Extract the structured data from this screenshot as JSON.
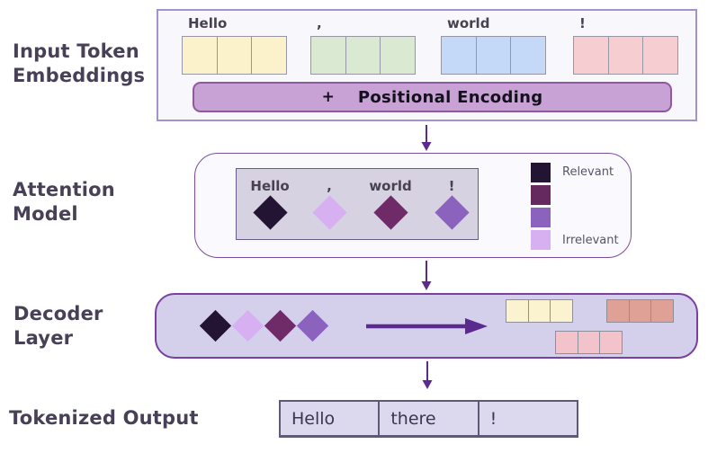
{
  "headings": {
    "input": [
      "Input Token",
      "Embeddings"
    ],
    "attention": [
      "Attention",
      "Model"
    ],
    "decoder": [
      "Decoder",
      "Layer"
    ],
    "output": "Tokenized Output"
  },
  "input_section": {
    "tokens": [
      {
        "label": "Hello",
        "color": "#fbf2cc"
      },
      {
        "label": ",",
        "color": "#d9e9d2"
      },
      {
        "label": "world",
        "color": "#c3d9f7"
      },
      {
        "label": "!",
        "color": "#f6ced1"
      }
    ],
    "positional_encoding": {
      "plus": "+",
      "label": "Positional Encoding",
      "bg": "#c9a2d5",
      "border": "#8d5a9f"
    }
  },
  "attention_section": {
    "tokens": [
      {
        "label": "Hello",
        "color": "#241434"
      },
      {
        "label": ",",
        "color": "#d7b0f2"
      },
      {
        "label": "world",
        "color": "#6f2b68"
      },
      {
        "label": "!",
        "color": "#8b62bd"
      }
    ],
    "legend": {
      "swatches": [
        "#241434",
        "#66295f",
        "#8b62bd",
        "#d7b0f2"
      ],
      "top_label": "Relevant",
      "bottom_label": "Irrelevant"
    }
  },
  "decoder_section": {
    "diamonds": [
      "#241434",
      "#d7b0f2",
      "#6f2b68",
      "#8b62bd"
    ],
    "token_groups": [
      {
        "name": "yellow-tokens",
        "color": "#fbf2d0"
      },
      {
        "name": "salmon-tokens",
        "color": "#dfa096"
      },
      {
        "name": "pink-tokens",
        "color": "#f2c3ca"
      }
    ]
  },
  "output_section": {
    "cells": [
      "Hello",
      "there",
      "!"
    ]
  },
  "theme": {
    "arrow": "#5b2a8e",
    "heading_text": "#474056",
    "token_label_text": "#474150"
  }
}
